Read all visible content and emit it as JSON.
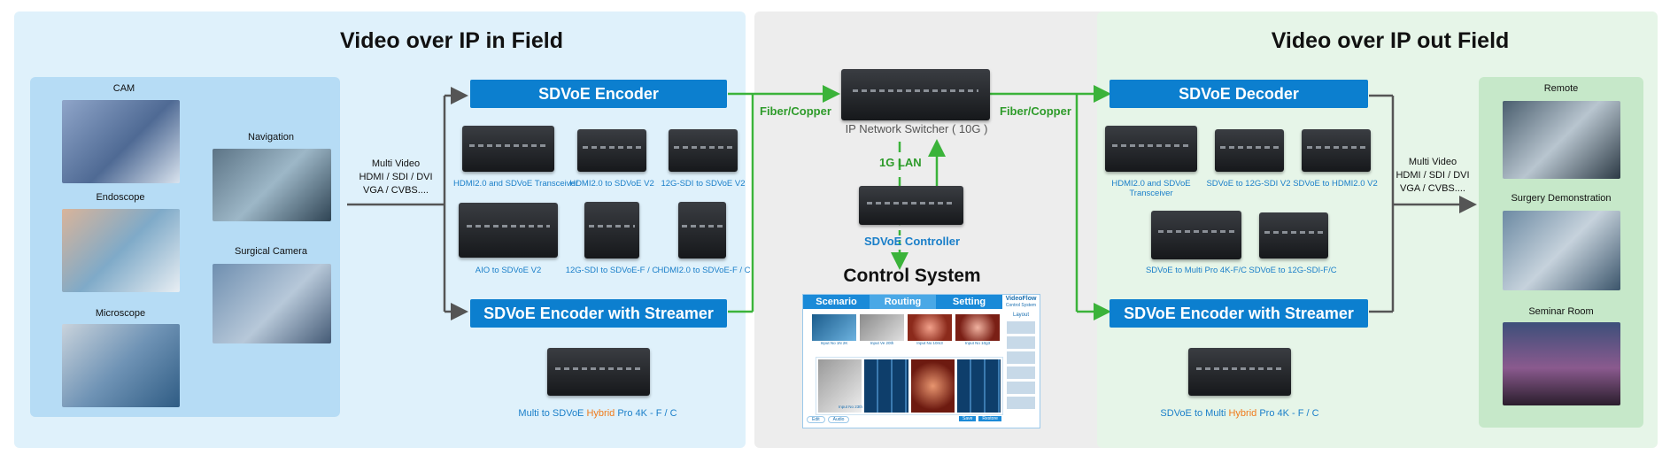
{
  "left": {
    "title": "Video over IP in Field",
    "sources": [
      "CAM",
      "Navigation",
      "Endoscope",
      "Surgical Camera",
      "Microscope"
    ],
    "multi_video": [
      "Multi Video",
      "HDMI / SDI / DVI",
      "VGA / CVBS...."
    ],
    "encoder_title": "SDVoE Encoder",
    "encoder_devices": [
      "HDMI2.0 and SDVoE Transceiver",
      "HDMI2.0 to SDVoE V2",
      "12G-SDI to SDVoE V2",
      "AIO to SDVoE V2",
      "12G-SDI to SDVoE-F / C",
      "HDMI2.0 to SDVoE-F / C"
    ],
    "streamer_title": "SDVoE Encoder with Streamer",
    "streamer_caption_pre": "Multi to SDVoE ",
    "streamer_caption_hi": "Hybrid",
    "streamer_caption_post": " Pro 4K - F / C"
  },
  "center": {
    "fiber_left": "Fiber/Copper",
    "fiber_right": "Fiber/Copper",
    "switch_label": "IP Network Switcher ( 10G )",
    "lan_label": "1G LAN",
    "controller_label": "SDVoE Controller",
    "control_title": "Control System",
    "ui_tabs": [
      "Scenario",
      "Routing",
      "Setting"
    ],
    "ui_brand": "VideoFlow",
    "ui_brand_sub": "Control System",
    "ui_layout_label": "Layout",
    "ui_thumbs": [
      "Input No 1N 2K",
      "Input Ve 20th",
      "Input No 10m3",
      "Input No 10g3"
    ],
    "ui_big_label": "Input No 23th",
    "ui_footer_left": [
      "Edit",
      "Audio"
    ],
    "ui_footer_right": [
      "Save",
      "Restore"
    ]
  },
  "right": {
    "title": "Video over IP out  Field",
    "decoder_title": "SDVoE Decoder",
    "decoder_devices": [
      "HDMI2.0 and SDVoE Transceiver",
      "SDVoE to 12G-SDI V2",
      "SDVoE to HDMI2.0 V2",
      "SDVoE to Multi Pro 4K-F/C",
      "SDVoE to 12G-SDI-F/C"
    ],
    "streamer_title": "SDVoE Encoder with Streamer",
    "streamer_caption_pre": "SDVoE to Multi ",
    "streamer_caption_hi": "Hybrid",
    "streamer_caption_post": " Pro 4K - F / C",
    "multi_video": [
      "Multi Video",
      "HDMI / SDI / DVI",
      "VGA / CVBS...."
    ],
    "destinations": [
      "Remote",
      "Surgery Demonstration",
      "Seminar Room"
    ]
  },
  "colors": {
    "left_panel": "#dff1fb",
    "left_sources": "#b6dcf5",
    "center_panel": "#ededed",
    "right_panel": "#e6f5e8",
    "right_dest": "#c6e8c9",
    "blue": "#0c7fcf",
    "green": "#3bb33a",
    "arrow_gray": "#555555"
  }
}
